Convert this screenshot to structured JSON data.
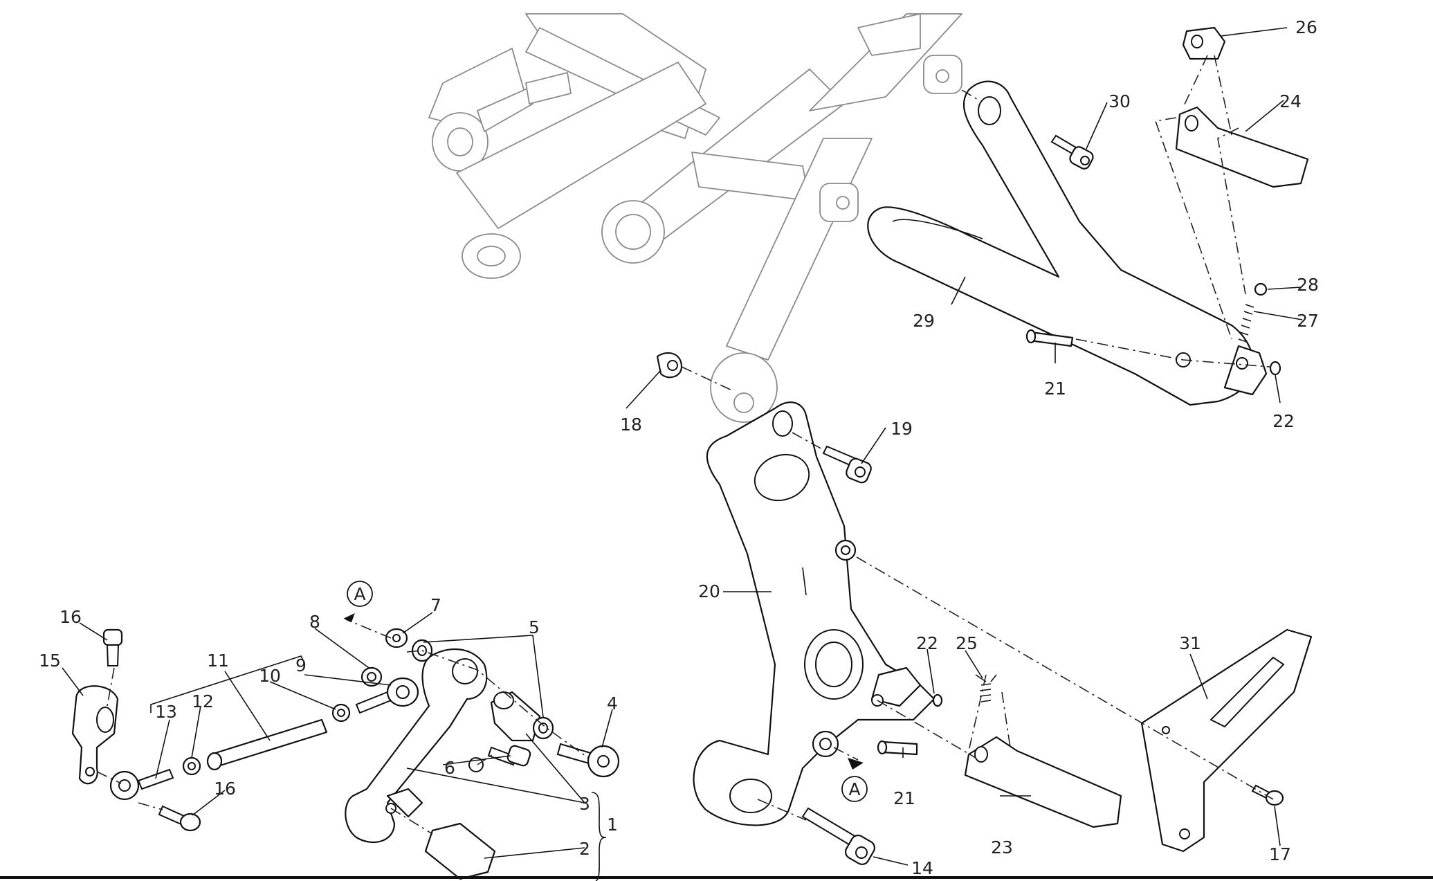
{
  "labels": {
    "p1": "1",
    "p2": "2",
    "p3": "3",
    "p4": "4",
    "p5": "5",
    "p6": "6",
    "p7": "7",
    "p8": "8",
    "p9": "9",
    "p10": "10",
    "p11": "11",
    "p12": "12",
    "p13": "13",
    "p14": "14",
    "p15": "15",
    "p16a": "16",
    "p16b": "16",
    "p17": "17",
    "p18": "18",
    "p19": "19",
    "p20": "20",
    "p21a": "21",
    "p21b": "21",
    "p22a": "22",
    "p22b": "22",
    "p23": "23",
    "p24": "24",
    "p25": "25",
    "p26": "26",
    "p27": "27",
    "p28": "28",
    "p29": "29",
    "p30": "30",
    "p31": "31"
  },
  "callouts": {
    "a1": "A",
    "a2": "A"
  }
}
